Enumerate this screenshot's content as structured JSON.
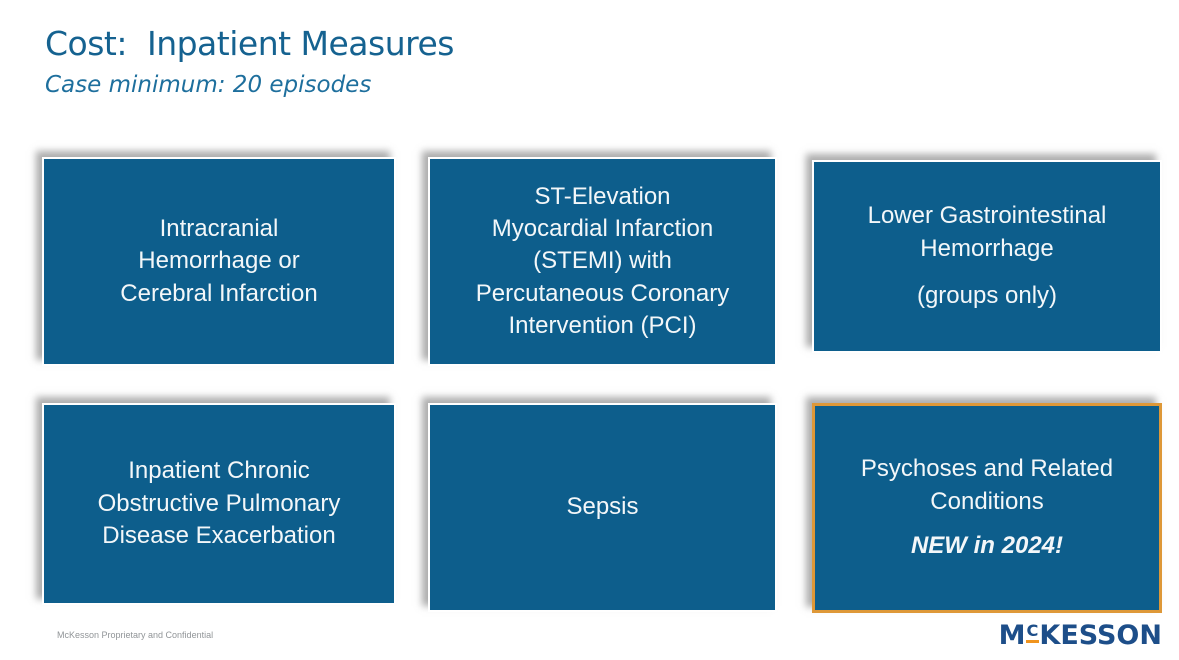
{
  "slide": {
    "title": "Cost:  Inpatient Measures",
    "subtitle": "Case minimum: 20 episodes"
  },
  "cards": [
    {
      "text": "Intracranial\nHemorrhage or\nCerebral Infarction"
    },
    {
      "text": "ST-Elevation\nMyocardial Infarction\n(STEMI) with\nPercutaneous Coronary\nIntervention (PCI)"
    },
    {
      "text": "Lower Gastrointestinal\nHemorrhage",
      "note": "(groups only)"
    },
    {
      "text": "Inpatient Chronic\nObstructive Pulmonary\nDisease Exacerbation"
    },
    {
      "text": "Sepsis"
    },
    {
      "text": "Psychoses and Related\nConditions",
      "note": "NEW in 2024!",
      "highlighted": true
    }
  ],
  "footer": {
    "confidential": "McKesson Proprietary and Confidential",
    "logo": {
      "m": "M",
      "c": "C",
      "rest": "KESSON"
    }
  },
  "colors": {
    "card_blue": "#0d5e8c",
    "highlight_orange": "#de9838",
    "title_blue": "#156290",
    "subtitle_blue": "#1e6f9d",
    "card_text": "#f3f7f9",
    "logo_navy": "#1d4e89",
    "logo_orange": "#f0941e",
    "confidential_gray": "#919598"
  }
}
